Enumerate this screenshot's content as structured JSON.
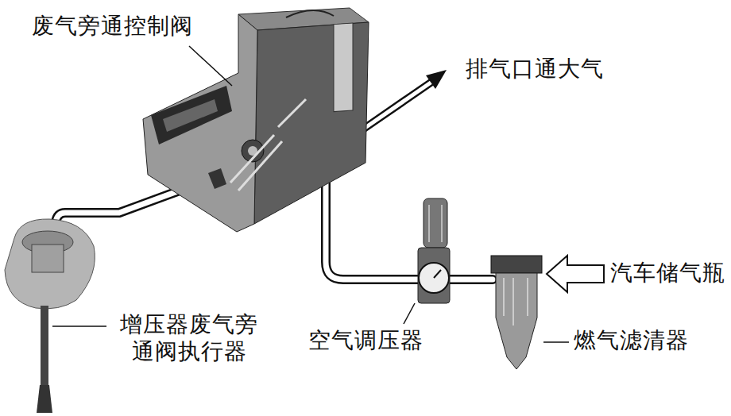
{
  "diagram": {
    "labels": [
      "废气旁通控制阀",
      "排气口通大气",
      "汽车储气瓶",
      "增压器废气旁 通阀执行器",
      "空气调压器",
      "燃气滤清器"
    ]
  }
}
